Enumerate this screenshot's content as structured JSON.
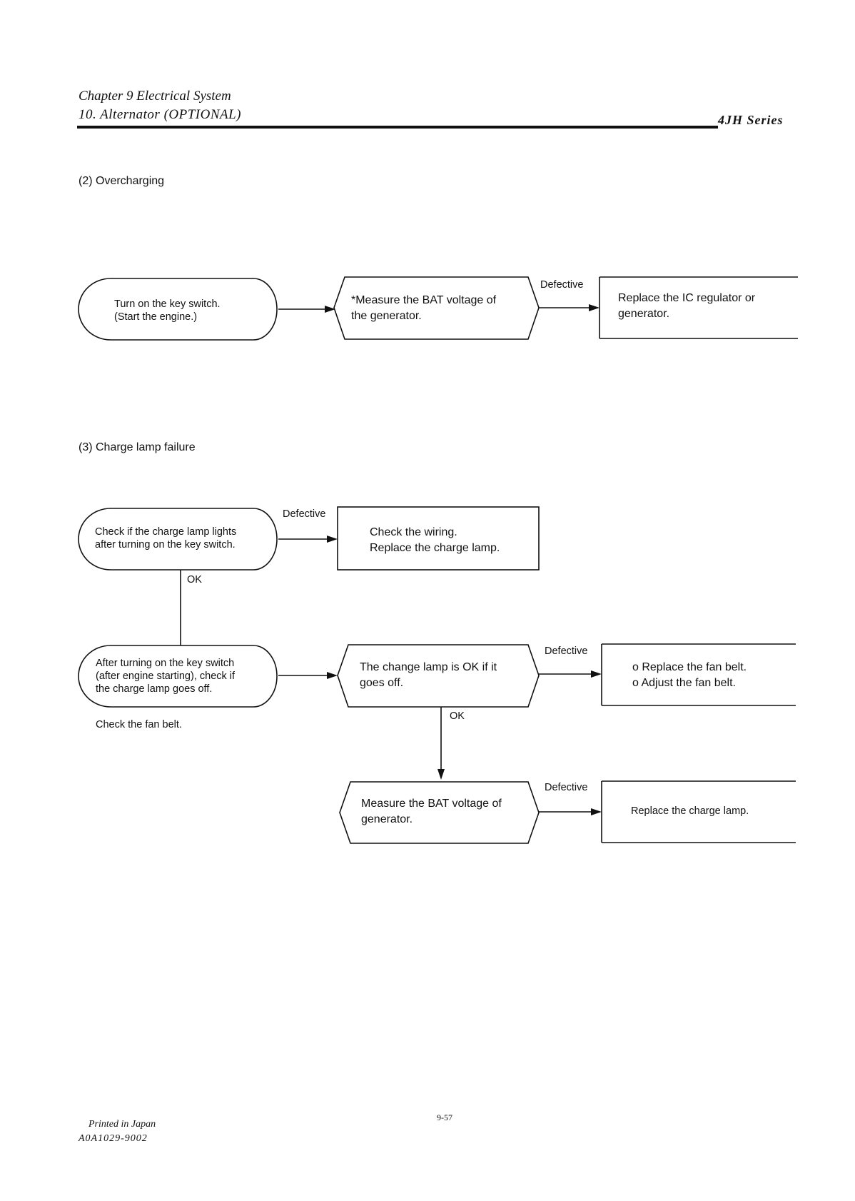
{
  "header": {
    "chapter": "Chapter 9 Electrical System",
    "section": "10. Alternator (OPTIONAL)",
    "series": "4JH Series"
  },
  "overcharging": {
    "title": "(2) Overcharging",
    "start_line1": "Turn on the key switch.",
    "start_line2": "(Start the engine.)",
    "measure_line1": "*Measure the BAT voltage of",
    "measure_line2": "the generator.",
    "defective_label": "Defective",
    "result_line1": "Replace the IC regulator or",
    "result_line2": "generator."
  },
  "charge_lamp": {
    "title": "(3) Charge lamp failure",
    "check_line1": "Check if the charge lamp lights",
    "check_line2": "after turning on the key switch.",
    "defective_label_1": "Defective",
    "wiring_line1": "Check the wiring.",
    "wiring_line2": "Replace the charge lamp.",
    "ok_label_1": "OK",
    "after_line1": "After turning on the key switch",
    "after_line2": "(after engine starting), check if",
    "after_line3": "the charge lamp goes off.",
    "fan_belt_note": "Check the fan belt.",
    "change_line1": "The change lamp is OK if it",
    "change_line2": "goes off.",
    "defective_label_2": "Defective",
    "fan_line1": "o  Replace the fan belt.",
    "fan_line2": "o  Adjust the fan belt.",
    "ok_label_2": "OK",
    "measure_line1": "Measure the BAT voltage of",
    "measure_line2": "generator.",
    "defective_label_3": "Defective",
    "replace_lamp": "Replace the charge lamp."
  },
  "footer": {
    "page_number": "9-57",
    "printed": "Printed in Japan",
    "code": "A0A1029-9002"
  }
}
